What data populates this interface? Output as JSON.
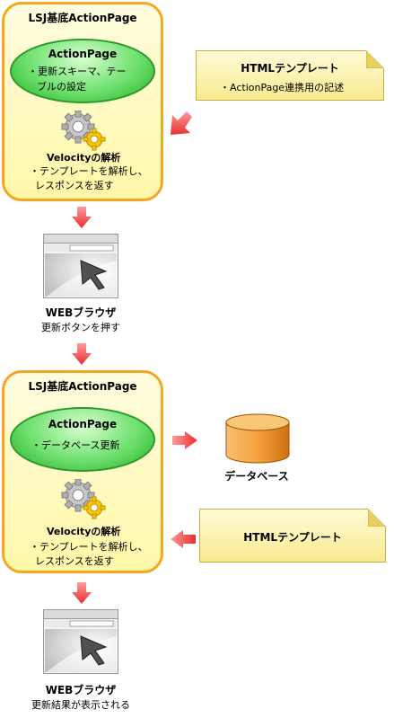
{
  "top_block": {
    "title": "LSJ基底ActionPage",
    "action_title": "ActionPage",
    "action_line1": "・更新スキーマ、テー",
    "action_line2": "ブルの設定",
    "velocity_title": "Velocityの解析",
    "velocity_line1": "・テンプレートを解析し、",
    "velocity_line2": "レスポンスを返す"
  },
  "top_note": {
    "title": "HTMLテンプレート",
    "text": "・ActionPage連携用の記述"
  },
  "browser1": {
    "title": "WEBブラウザ",
    "caption": "更新ボタンを押す"
  },
  "bottom_block": {
    "title": "LSJ基底ActionPage",
    "action_title": "ActionPage",
    "action_line1": "・データベース更新",
    "velocity_title": "Velocityの解析",
    "velocity_line1": "・テンプレートを解析し、",
    "velocity_line2": "レスポンスを返す"
  },
  "database": {
    "label": "データベース"
  },
  "bottom_note": {
    "title": "HTMLテンプレート"
  },
  "browser2": {
    "title": "WEBブラウザ",
    "caption": "更新結果が表示される"
  },
  "icons": [
    "gear-icon",
    "right-arrow-icon",
    "left-arrow-icon",
    "down-arrow-icon",
    "browser-window-icon",
    "cursor-icon",
    "database-cylinder-icon"
  ],
  "colors": {
    "frame_border": "#f5a623",
    "frame_fill": "#fff7a8",
    "ellipse_fill": "#6ee06e",
    "arrow": "#f05050",
    "database": "#f0a040"
  }
}
